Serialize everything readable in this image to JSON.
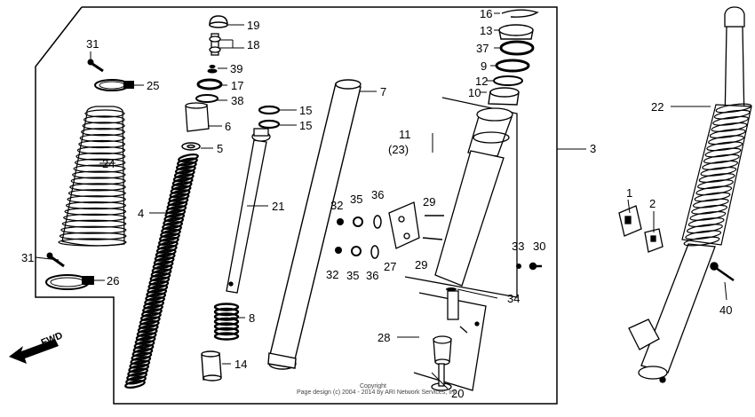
{
  "diagram": {
    "part_labels": [
      "1",
      "2",
      "3",
      "4",
      "5",
      "6",
      "7",
      "8",
      "9",
      "10",
      "11",
      "(23)",
      "12",
      "13",
      "14",
      "15",
      "15",
      "16",
      "17",
      "18",
      "19",
      "20",
      "21",
      "22",
      "24",
      "25",
      "26",
      "27",
      "28",
      "29",
      "29",
      "30",
      "31",
      "31",
      "32",
      "32",
      "33",
      "34",
      "35",
      "35",
      "36",
      "36",
      "37",
      "38",
      "39",
      "40"
    ],
    "direction_label": "FWD",
    "copyright_line1": "Copyright",
    "copyright_line2": "Page design (c) 2004 - 2014 by ARI Network Services, Inc."
  }
}
